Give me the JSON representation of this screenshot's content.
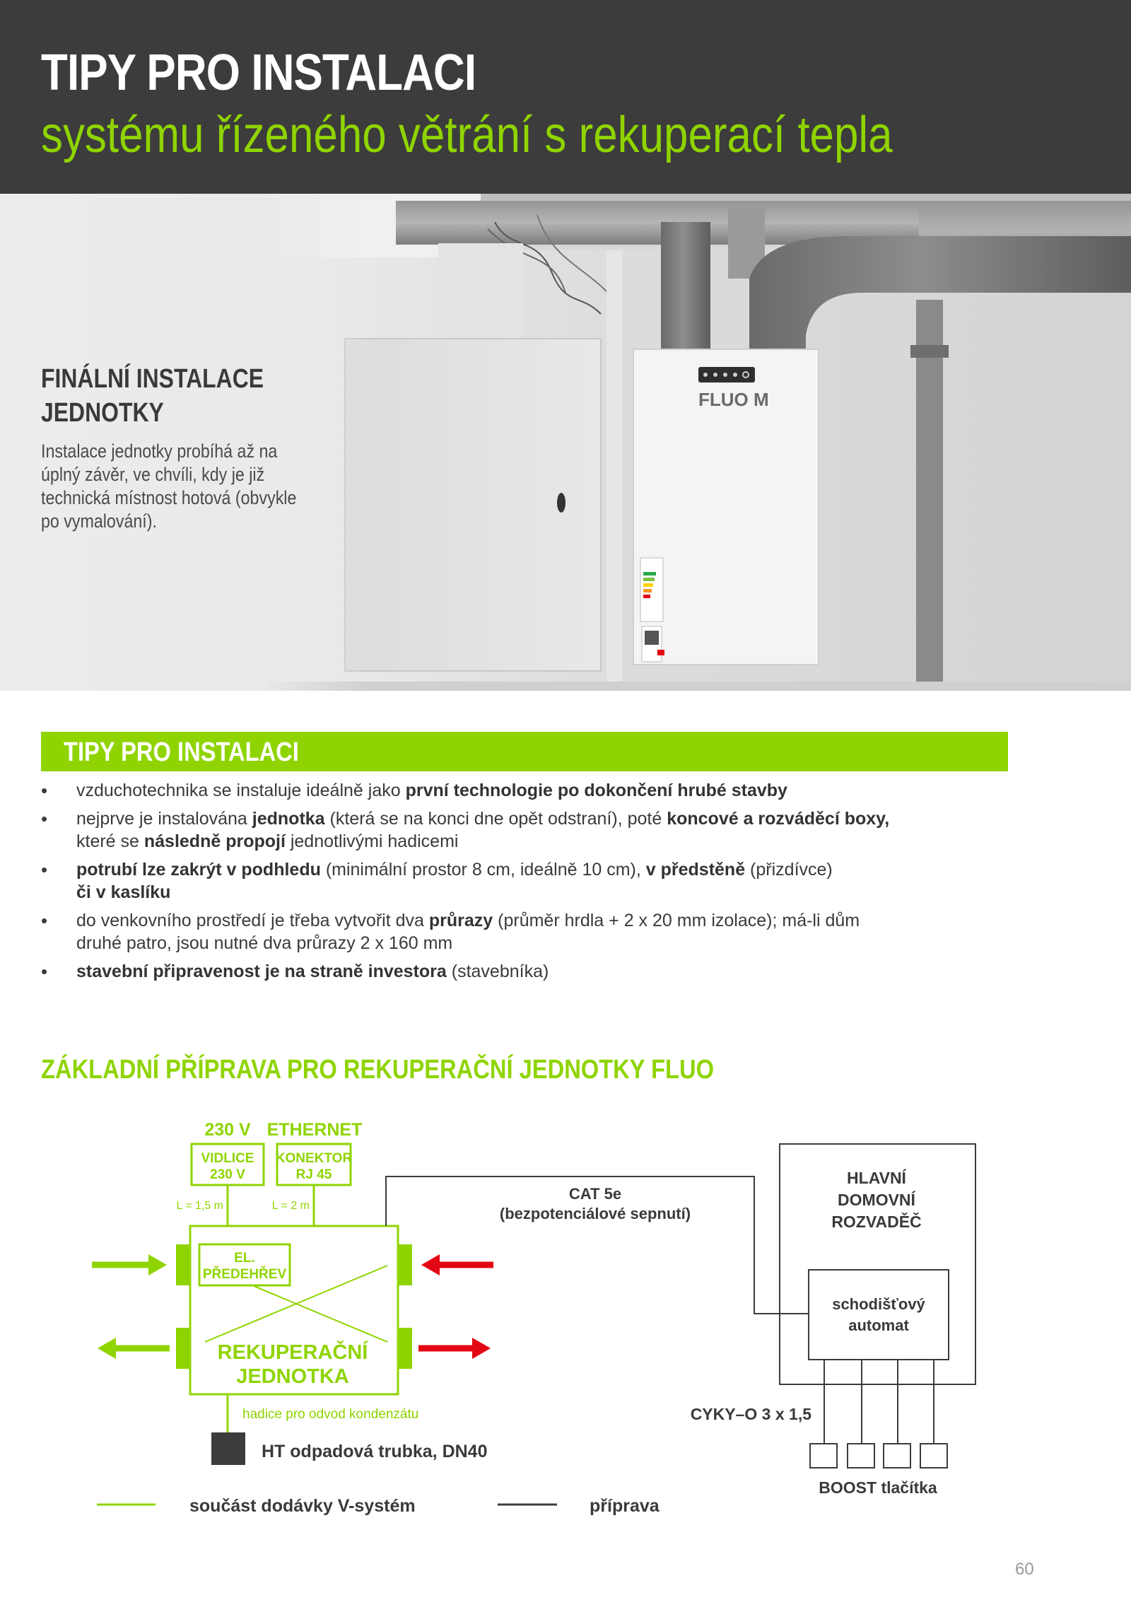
{
  "header": {
    "title": "TIPY PRO INSTALACI",
    "subtitle": "systému řízeného větrání s rekuperací tepla"
  },
  "photo": {
    "unit_label": "FLUO M"
  },
  "intro": {
    "title_lines": [
      "FINÁLNÍ INSTALACE",
      "JEDNOTKY"
    ],
    "text_lines": [
      "Instalace jednotky probíhá až na",
      "úplný závěr, ve chvíli, kdy je již",
      "technická místnost hotová (obvykle",
      "po vymalování)."
    ]
  },
  "tips": {
    "heading": "TIPY PRO INSTALACI",
    "items": [
      {
        "lines": [
          [
            {
              "t": "vzduchotechnika se instaluje ideálně jako "
            },
            {
              "t": "první technologie po dokončení hrubé stavby",
              "b": true
            }
          ]
        ]
      },
      {
        "lines": [
          [
            {
              "t": "nejprve je instalována "
            },
            {
              "t": "jednotka",
              "b": true
            },
            {
              "t": " (která se na konci dne opět odstraní), poté "
            },
            {
              "t": "koncové a rozváděcí boxy,",
              "b": true
            }
          ],
          [
            {
              "t": "které se "
            },
            {
              "t": "následně propojí",
              "b": true
            },
            {
              "t": " jednotlivými hadicemi"
            }
          ]
        ]
      },
      {
        "lines": [
          [
            {
              "t": "potrubí lze zakrýt v podhledu",
              "b": true
            },
            {
              "t": " (minimální prostor 8 cm, ideálně 10 cm), "
            },
            {
              "t": "v předstěně",
              "b": true
            },
            {
              "t": " (přizdívce)"
            }
          ],
          [
            {
              "t": "či v kaslíku",
              "b": true
            }
          ]
        ]
      },
      {
        "lines": [
          [
            {
              "t": "do venkovního prostředí je třeba vytvořit dva "
            },
            {
              "t": "průrazy",
              "b": true
            },
            {
              "t": " (průměr hrdla + 2 x 20 mm izolace); má-li dům"
            }
          ],
          [
            {
              "t": "druhé patro, jsou nutné dva průrazy 2 x 160 mm"
            }
          ]
        ]
      },
      {
        "lines": [
          [
            {
              "t": "stavební připravenost je na straně investora",
              "b": true
            },
            {
              "t": " (stavebníka)"
            }
          ]
        ]
      }
    ]
  },
  "diagram": {
    "title": "ZÁKLADNÍ PŘÍPRAVA PRO REKUPERAČNÍ JEDNOTKY FLUO",
    "power_label": "230 V",
    "ethernet_label": "ETHERNET",
    "plug_lines": [
      "VIDLICE",
      "230 V"
    ],
    "connector_lines": [
      "KONEKTOR",
      "RJ 45"
    ],
    "plug_cable_length": "L = 1,5 m",
    "connector_cable_length": "L = 2 m",
    "preheater_lines": [
      "EL.",
      "PŘEDEHŘEV"
    ],
    "unit_lines": [
      "REKUPERAČNÍ",
      "JEDNOTKA"
    ],
    "cable_lines": [
      "CAT 5e",
      "(bezpotenciálové sepnutí)"
    ],
    "main_board_lines": [
      "HLAVNÍ",
      "DOMOVNÍ",
      "ROZVADĚČ"
    ],
    "staircase_lines": [
      "schodišťový",
      "automat"
    ],
    "cyky_label": "CYKY–O 3 x 1,5",
    "boost_label": "BOOST tlačítka",
    "condensate_label": "hadice pro odvod kondenzátu",
    "drain_label": "HT odpadová trubka, DN40",
    "legend_supplied": "součást dodávky V-systém",
    "legend_prep": "příprava",
    "colors": {
      "green": "#8fd400",
      "red": "#e30613",
      "dark": "#3c3c3c"
    }
  },
  "page_number": "60"
}
